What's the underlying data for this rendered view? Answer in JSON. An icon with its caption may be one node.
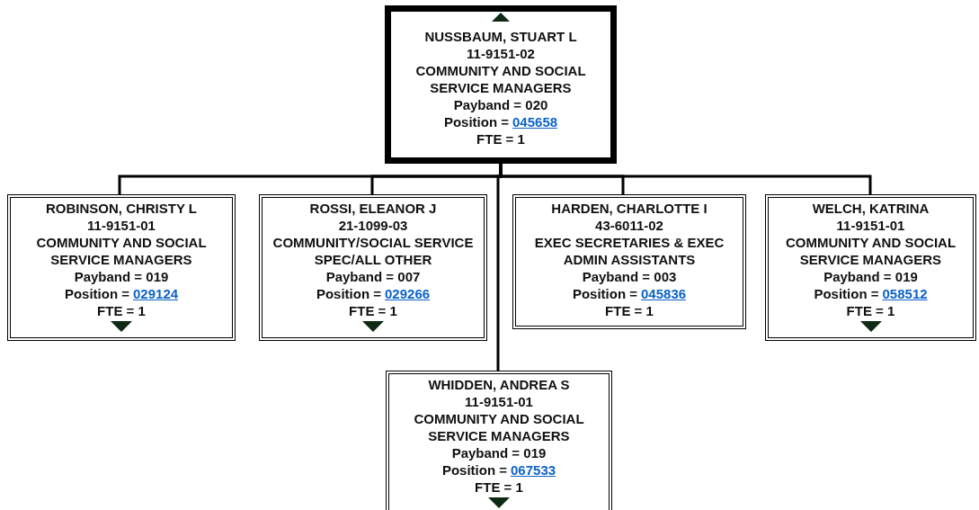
{
  "diagram": {
    "nodes": [
      {
        "text": [
          "NUSSBAUM, STUART L",
          "11-9151-02",
          "COMMUNITY AND SOCIAL SERVICE MANAGERS",
          "Payband = 020",
          "Position =",
          "045658",
          "FTE = 1"
        ]
      },
      {
        "text": [
          "ROBINSON, CHRISTY L",
          "11-9151-01",
          "COMMUNITY AND SOCIAL SERVICE MANAGERS",
          "Payband = 019",
          "Position =",
          "029124",
          "FTE = 1"
        ]
      },
      {
        "text": [
          "ROSSI, ELEANOR J",
          "21-1099-03",
          "COMMUNITY/SOCIAL SERVICE SPEC/ALL OTHER",
          "Payband = 007",
          "Position =",
          "029266",
          "FTE = 1"
        ]
      },
      {
        "text": [
          "HARDEN, CHARLOTTE I",
          "43-6011-02",
          "EXEC SECRETARIES & EXEC ADMIN ASSISTANTS",
          "Payband = 003",
          "Position =",
          "045836",
          "FTE = 1"
        ]
      },
      {
        "text": [
          "WELCH, KATRINA",
          "11-9151-01",
          "COMMUNITY AND SOCIAL SERVICE MANAGERS",
          "Payband = 019",
          "Position =",
          "058512",
          "FTE = 1"
        ]
      },
      {
        "text": [
          "WHIDDEN, ANDREA S",
          "11-9151-01",
          "COMMUNITY AND SOCIAL SERVICE MANAGERS",
          "Payband = 019",
          "Position =",
          "067533",
          "FTE = 1"
        ]
      }
    ],
    "edges": [
      {
        "from": 0,
        "to": 1,
        "arrow": "none"
      },
      {
        "from": 0,
        "to": 2,
        "arrow": "none"
      },
      {
        "from": 0,
        "to": 3,
        "arrow": "none"
      },
      {
        "from": 0,
        "to": 4,
        "arrow": "none"
      },
      {
        "from": 0,
        "to": 5,
        "arrow": "none"
      }
    ]
  }
}
